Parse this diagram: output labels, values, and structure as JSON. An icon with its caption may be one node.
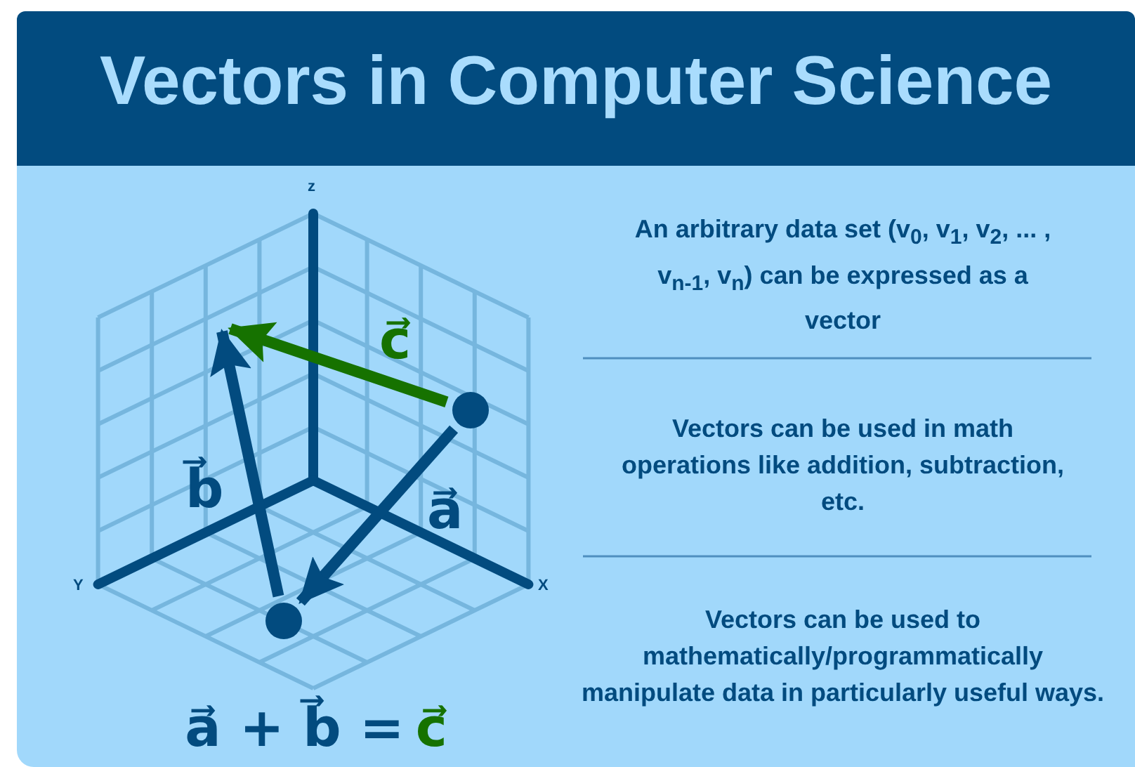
{
  "diagram": {
    "title": "Vectors in Computer Science",
    "nodes": [
      {
        "text": [],
        "shape": "circle"
      },
      {
        "text": [],
        "shape": "circle"
      }
    ],
    "edges": [
      {
        "from": 0,
        "to": 1,
        "arrow": "to",
        "label": "a⃗"
      },
      {
        "from": 1,
        "to": null,
        "arrow": "to",
        "label": "b⃗"
      },
      {
        "from": 0,
        "to": null,
        "arrow": "to",
        "label": "c⃗",
        "color": "#167200"
      }
    ],
    "labels": [
      "z",
      "Y",
      "X",
      "An arbitrary data set (v$_{0}$, v$_{1}$, v$_{2}$, ... , v$_{n-1}$, v$_{n}$) can be expressed as a vector",
      "Vectors can be used in math operations like addition, subtraction, etc.",
      "Vectors can be used to mathematically/programmatically manipulate data in particularly useful ways.",
      "a⃗ + b⃗ =",
      "c⃗"
    ]
  }
}
